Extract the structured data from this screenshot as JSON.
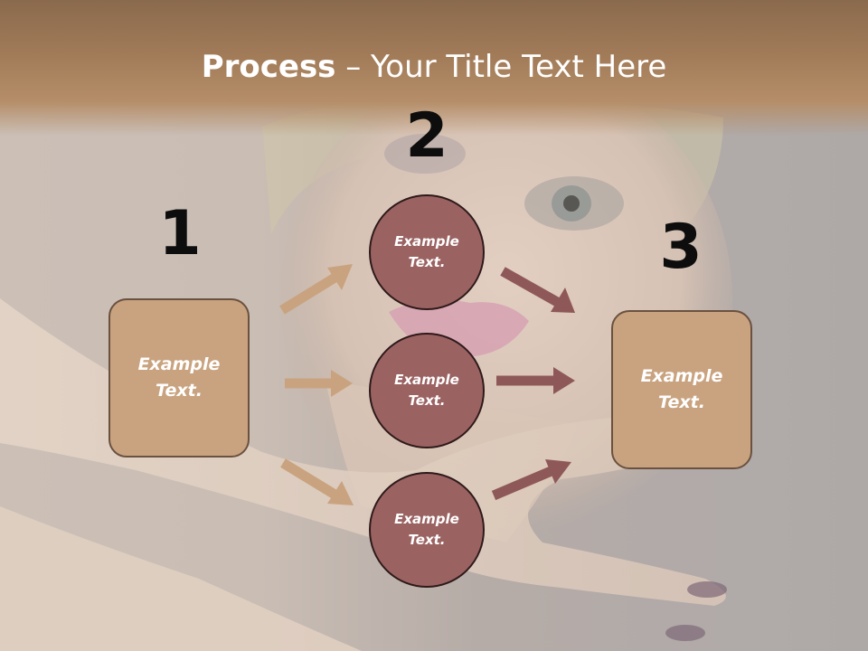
{
  "slide": {
    "title_bold": "Process",
    "title_rest": " – Your Title Text Here",
    "step_numbers": [
      "1",
      "2",
      "3"
    ],
    "left_box": "Example Text.",
    "right_box": "Example Text.",
    "circles": [
      "Example Text.",
      "Example Text.",
      "Example Text."
    ]
  },
  "colors": {
    "box_fill": "#c9a37f",
    "circle_fill": "#9b6262",
    "arrow_tan": "#c9a37f",
    "arrow_mauve": "#8e5858",
    "title_band": "#a47d5a"
  }
}
